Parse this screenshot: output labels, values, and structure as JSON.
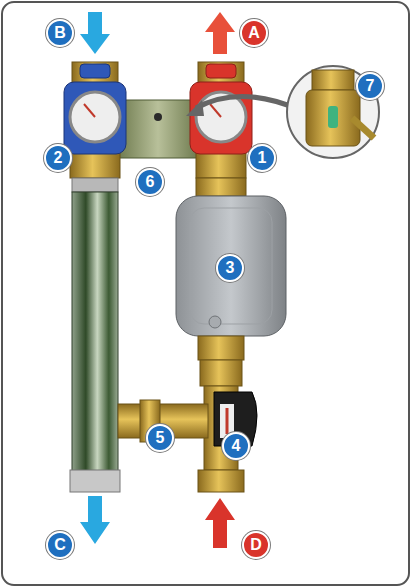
{
  "diagram": {
    "labels": [
      "B",
      "A",
      "7",
      "2",
      "1",
      "6",
      "3",
      "5",
      "4",
      "C",
      "D"
    ]
  }
}
